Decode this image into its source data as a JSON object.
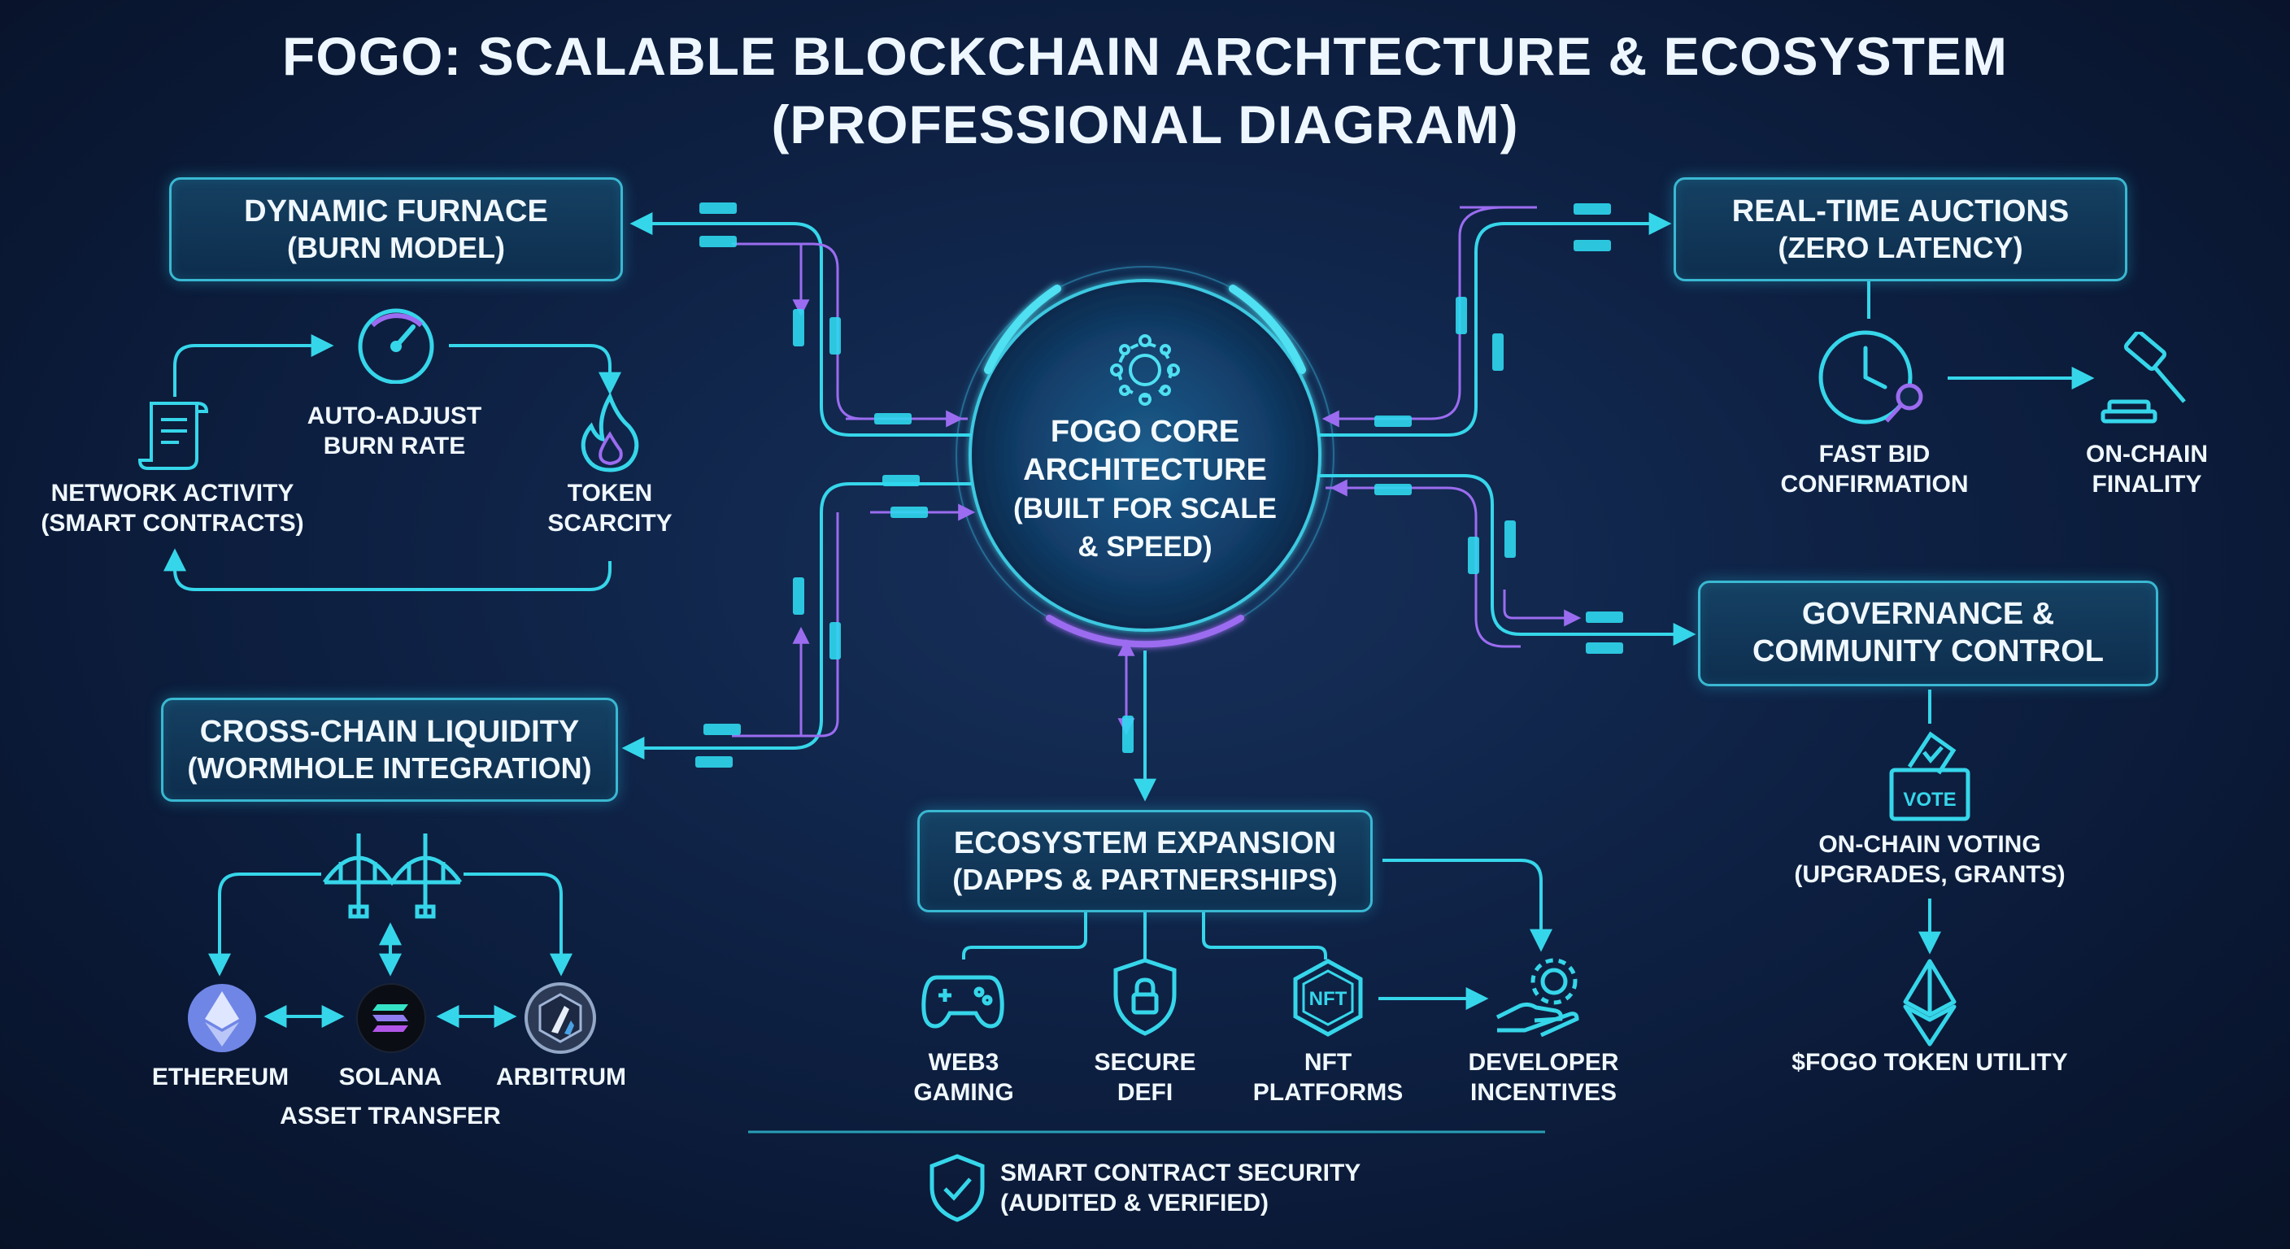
{
  "title": {
    "line1": "FOGO: SCALABLE  BLOCKCHAIN ARCHTECTURE & ECOSYSTEM",
    "line2": "(PROFESSIONAL DIAGRAM)"
  },
  "core": {
    "line1": "FOGO CORE",
    "line2": "ARCHITECTURE",
    "line3": "(BUILT FOR SCALE",
    "line4": "& SPEED)",
    "icon": "network-gear-icon"
  },
  "furnace": {
    "title": "DYNAMIC FURNACE",
    "subtitle": "(BURN MODEL)",
    "network_activity": [
      "NETWORK ACTIVITY",
      "(SMART CONTRACTS)"
    ],
    "auto_adjust": [
      "AUTO-ADJUST",
      "BURN RATE"
    ],
    "token_scarcity": [
      "TOKEN",
      "SCARCITY"
    ]
  },
  "auctions": {
    "title": "REAL-TIME AUCTIONS",
    "subtitle": "(ZERO LATENCY)",
    "fast_bid": [
      "FAST BID",
      "CONFIRMATION"
    ],
    "finality": [
      "ON-CHAIN",
      "FINALITY"
    ]
  },
  "crosschain": {
    "title": "CROSS-CHAIN LIQUIDITY",
    "subtitle": "(WORMHOLE INTEGRATION)",
    "chains": [
      "ETHEREUM",
      "SOLANA",
      "ARBITRUM"
    ],
    "asset_transfer": "ASSET TRANSFER"
  },
  "governance": {
    "title": "GOVERNANCE &",
    "subtitle": "COMMUNITY CONTROL",
    "vote_label": "VOTE",
    "voting": [
      "ON-CHAIN VOTING",
      "(UPGRADES, GRANTS)"
    ],
    "token_utility": "$FOGO TOKEN UTILITY"
  },
  "ecosystem": {
    "title": "ECOSYSTEM EXPANSION",
    "subtitle": "(DAPPS & PARTNERSHIPS)",
    "items": [
      [
        "WEB3",
        "GAMING"
      ],
      [
        "SECURE",
        "DEFI"
      ],
      [
        "NFT",
        "PLATFORMS"
      ],
      [
        "DEVELOPER",
        "INCENTIVES"
      ]
    ],
    "nft_badge": "NFT"
  },
  "security": {
    "line1": "SMART CONTRACT SECURITY",
    "line2": "(AUDITED & VERIFIED)"
  },
  "colors": {
    "accent": "#36d6ea",
    "purple": "#9b6cf0",
    "background": "#0f2347"
  }
}
